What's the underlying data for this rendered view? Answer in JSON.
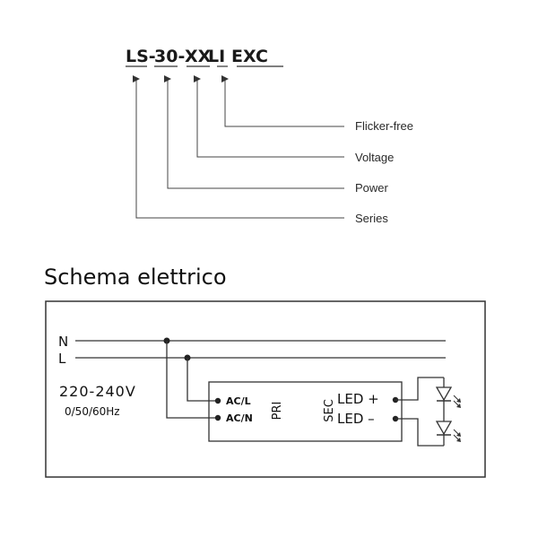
{
  "code_parts": [
    "LS-",
    "30-",
    "XX",
    " LI",
    " EXC"
  ],
  "legend": [
    "Flicker-free",
    "Voltage",
    "Power",
    "Series"
  ],
  "section_title": "Schema elettrico",
  "lines": {
    "n": "N",
    "l": "L"
  },
  "input": {
    "voltage": "220-240V",
    "frequency": "0/50/60Hz"
  },
  "driver": {
    "ac_l": "AC/L",
    "ac_n": "AC/N",
    "pri": "PRI",
    "sec": "SEC",
    "led_plus": "LED +",
    "led_minus": "LED –"
  }
}
